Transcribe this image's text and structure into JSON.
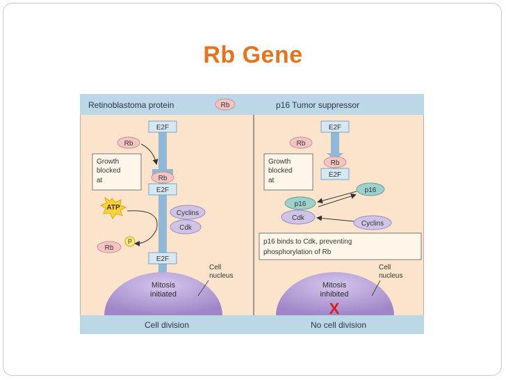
{
  "slide": {
    "title": "Rb Gene"
  },
  "figure": {
    "left_panel": {
      "header": "Retinoblastoma protein",
      "header_badge": "Rb",
      "e2f_top": "E2F",
      "rb_free": "Rb",
      "growth_line1": "Growth",
      "growth_line2": "blocked",
      "growth_line3": "at",
      "complex_rb": "Rb",
      "complex_e2f": "E2F",
      "atp": "ATP",
      "cyclins": "Cyclins",
      "cdk": "Cdk",
      "phosphate": "P",
      "rb_phos": "Rb",
      "e2f_bottom": "E2F",
      "cell_label1": "Cell",
      "cell_label2": "nucleus",
      "mitosis_line1": "Mitosis",
      "mitosis_line2": "initiated",
      "footer": "Cell division"
    },
    "right_panel": {
      "header": "p16  Tumor suppressor",
      "e2f_top": "E2F",
      "rb_free": "Rb",
      "growth_line1": "Growth",
      "growth_line2": "blocked",
      "growth_line3": "at",
      "complex_rb": "Rb",
      "complex_e2f": "E2F",
      "p16_free": "p16",
      "p16_bound": "p16",
      "cdk": "Cdk",
      "cyclins": "Cyclins",
      "note_line1": "p16 binds to Cdk, preventing",
      "note_line2": "phosphorylation of Rb",
      "cell_label1": "Cell",
      "cell_label2": "nucleus",
      "mitosis_line1": "Mitosis",
      "mitosis_line2": "inhibited",
      "inhibit_mark": "X",
      "footer": "No cell division"
    },
    "colors": {
      "panel_bg": "#fbe3cc",
      "header_bg": "#bcd7e6",
      "arrow_blue": "#8fb7d6",
      "rb_pink": "#f3c4c4",
      "cdk_purple": "#cfc3e6",
      "p16_teal": "#9fd1cc",
      "atp_yellow": "#ffd23a",
      "nucleus": "#b59fd6",
      "inhibit_red": "#d81e1e",
      "title_orange": "#e8731f"
    }
  }
}
